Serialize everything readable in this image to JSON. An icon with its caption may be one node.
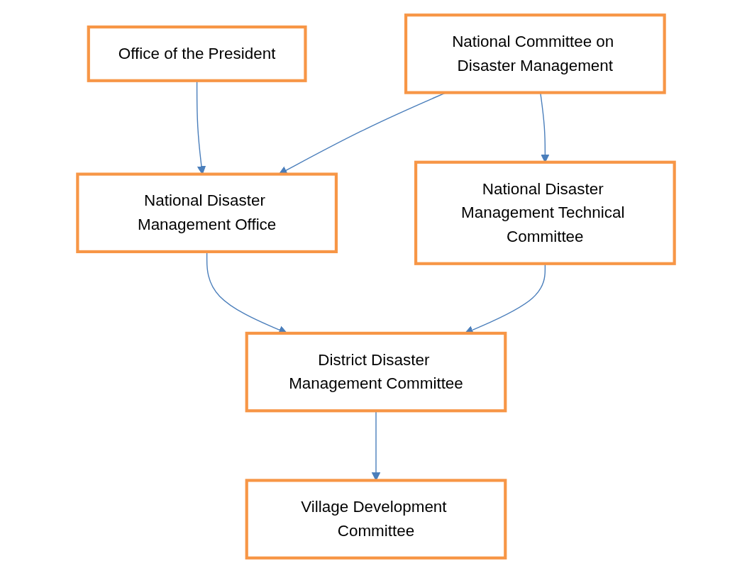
{
  "diagram": {
    "nodes": [
      {
        "text": [
          "Office of the President"
        ]
      },
      {
        "text": [
          "National Committee on Disaster Management"
        ]
      },
      {
        "text": [
          "National Disaster Management Office"
        ]
      },
      {
        "text": [
          "National Disaster Management Technical Committee"
        ]
      },
      {
        "text": [
          "District Disaster Management Committee"
        ]
      },
      {
        "text": [
          "Village Development Committee"
        ]
      }
    ],
    "edges": [
      {
        "from": 0,
        "to": 2,
        "arrow": "to"
      },
      {
        "from": 1,
        "to": 2,
        "arrow": "to"
      },
      {
        "from": 1,
        "to": 3,
        "arrow": "to"
      },
      {
        "from": 2,
        "to": 4,
        "arrow": "to"
      },
      {
        "from": 3,
        "to": 4,
        "arrow": "to"
      },
      {
        "from": 4,
        "to": 5,
        "arrow": "to"
      }
    ]
  }
}
